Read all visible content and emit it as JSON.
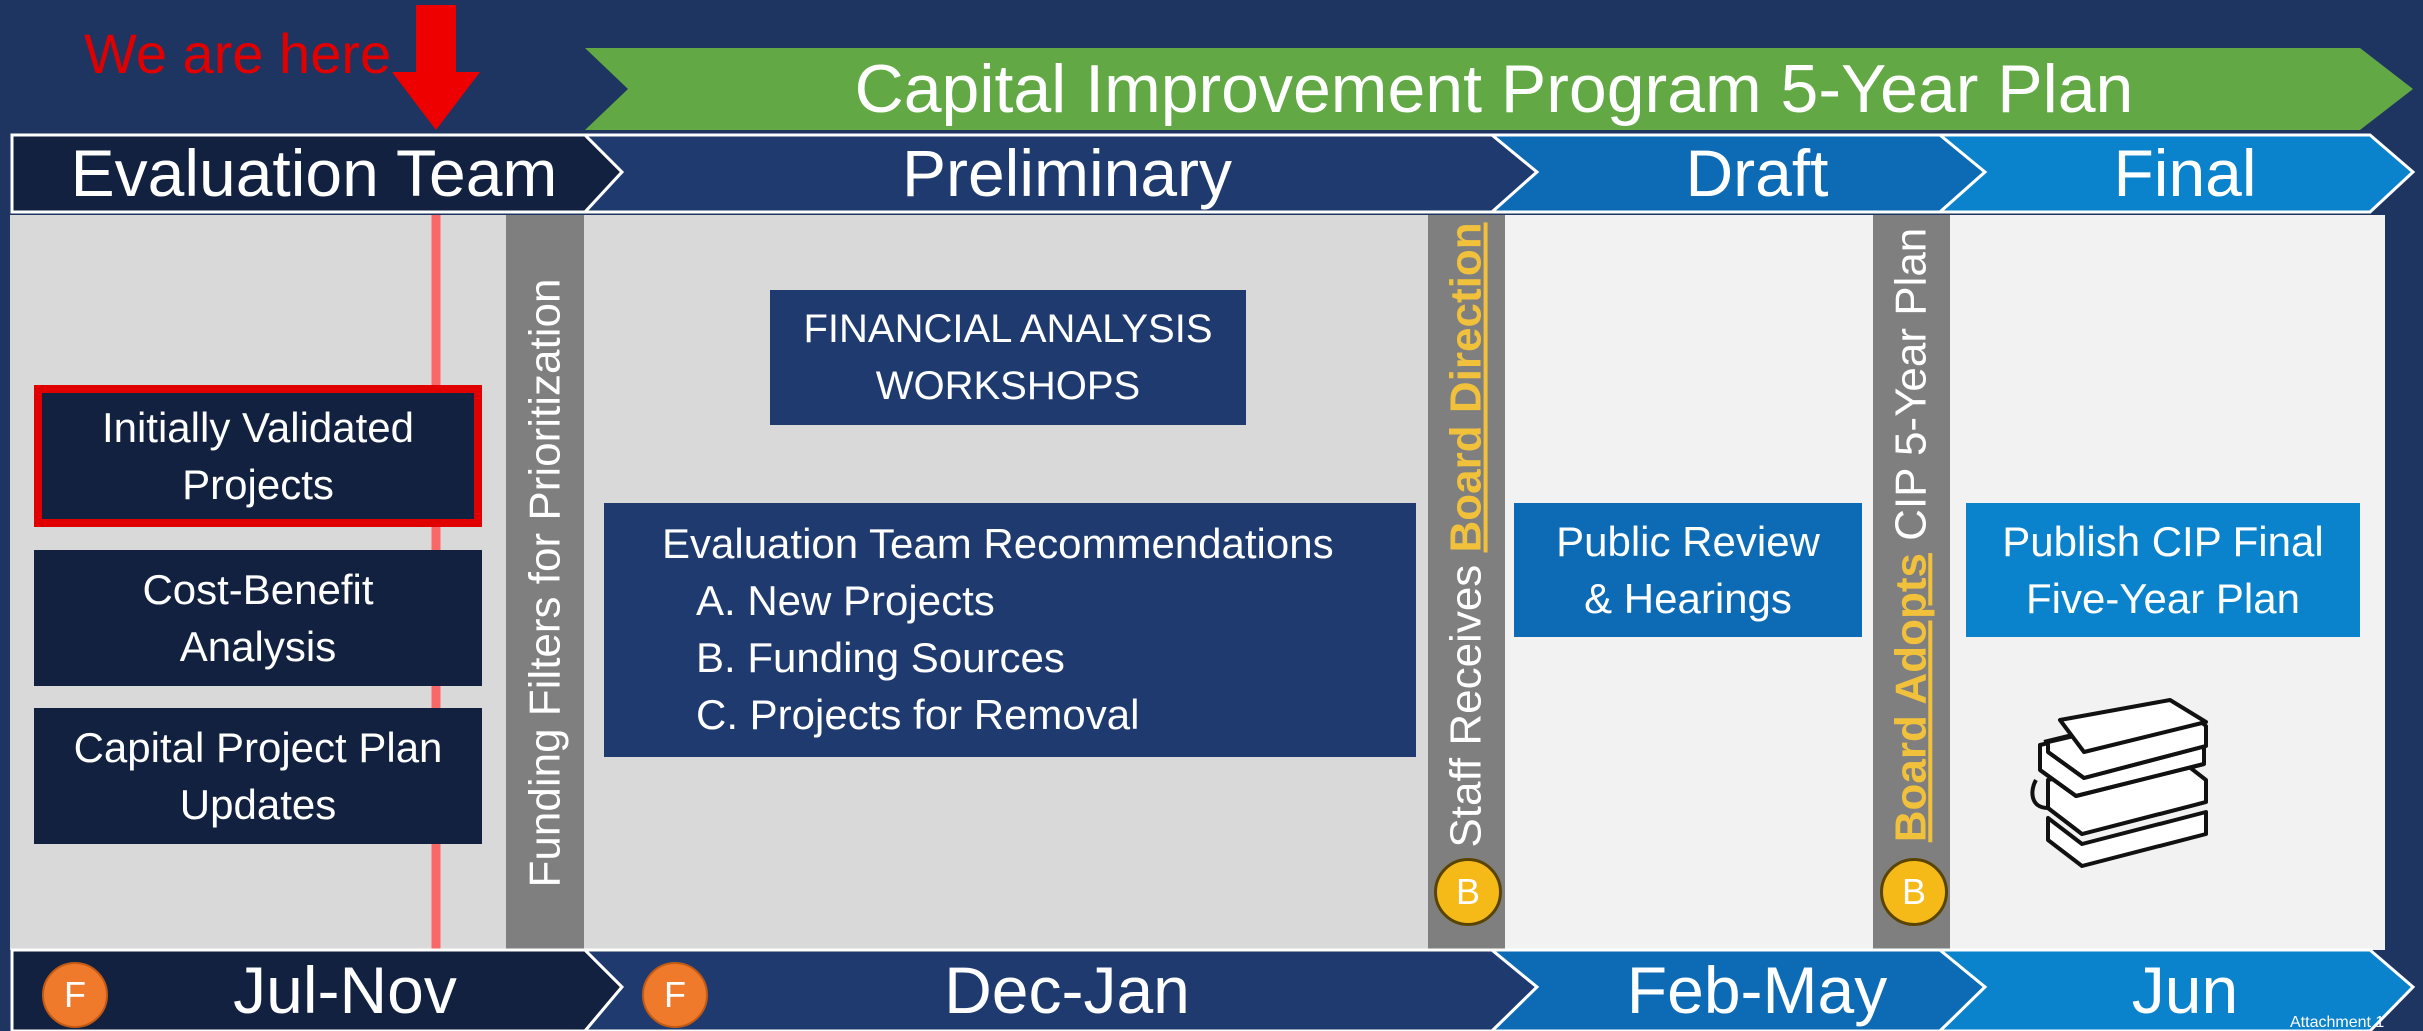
{
  "marker": {
    "label": "We are here"
  },
  "banner": {
    "title": "Capital Improvement Program 5-Year Plan"
  },
  "phases": {
    "evaluation": "Evaluation Team",
    "preliminary": "Preliminary",
    "draft": "Draft",
    "final": "Final"
  },
  "evaluation_boxes": {
    "initially_validated": "Initially Validated Projects",
    "cost_benefit": "Cost-Benefit Analysis",
    "capital_project_plan": "Capital Project Plan Updates"
  },
  "vertical_bars": {
    "funding_filters": "Funding Filters for Prioritization",
    "staff_receives": "Staff Receives ",
    "board_direction": "Board Direction",
    "board_adopts": "Board Adopts",
    "cip_plan": " CIP 5-Year Plan"
  },
  "preliminary_boxes": {
    "workshops_line1": "FINANCIAL ANALYSIS",
    "workshops_line2": "WORKSHOPS",
    "recs_title": "Evaluation Team Recommendations",
    "recs_items": [
      "A. New Projects",
      "B. Funding Sources",
      "C. Projects for Removal"
    ]
  },
  "draft_box": {
    "line1": "Public Review",
    "line2": "& Hearings"
  },
  "final_box": {
    "line1": "Publish CIP Final",
    "line2": "Five-Year Plan"
  },
  "timeline": {
    "jul_nov": "Jul-Nov",
    "dec_jan": "Dec-Jan",
    "feb_may": "Feb-May",
    "jun": "Jun"
  },
  "badges": {
    "f1": "F",
    "f2": "F",
    "b1": "B",
    "b2": "B"
  },
  "footer": {
    "attachment": "Attachment 1"
  },
  "colors": {
    "background": "#1e3461",
    "banner_green": "#62a844",
    "dark_navy": "#12213f",
    "navy": "#1e3a6e",
    "blue": "#0d6bb5",
    "light_blue": "#0a82cc",
    "gray_bar": "#7f7f7f",
    "orange_badge": "#f07a2b",
    "yellow_badge": "#f5b918",
    "highlight_red": "#e00000",
    "gold_text": "#f2c13b"
  },
  "icons": {
    "books": "books-icon",
    "arrow": "down-arrow-icon"
  }
}
